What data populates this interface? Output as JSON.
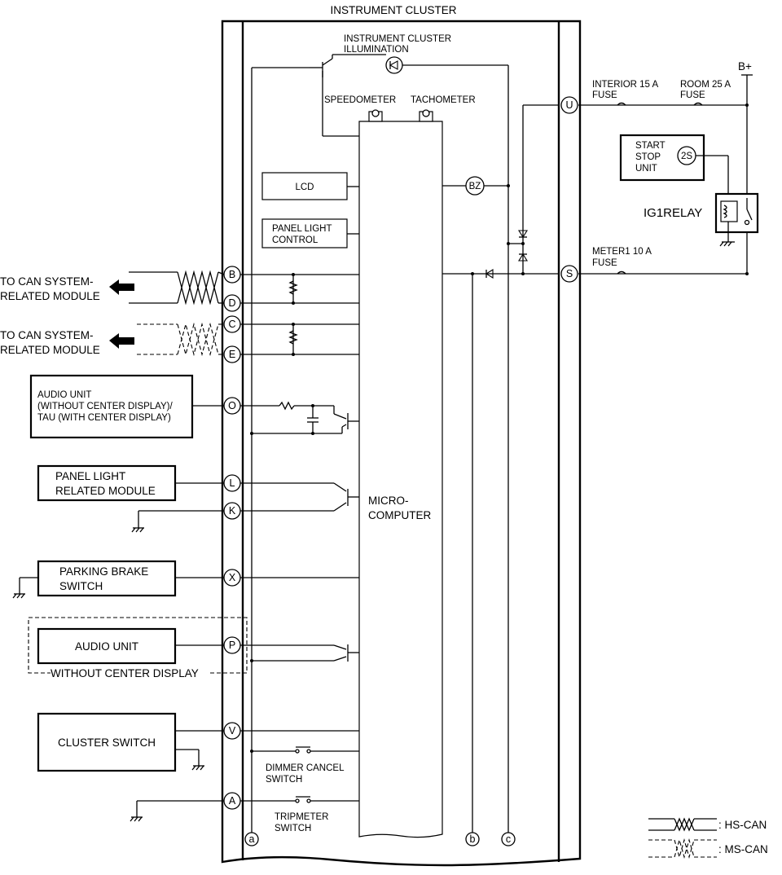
{
  "title": "INSTRUMENT CLUSTER",
  "cluster": {
    "illumination": [
      "INSTRUMENT CLUSTER",
      "ILLUMINATION"
    ],
    "speedometer": "SPEEDOMETER",
    "tachometer": "TACHOMETER",
    "lcd": "LCD",
    "panel_light_control": [
      "PANEL LIGHT",
      "CONTROL"
    ],
    "microcomputer": [
      "MICRO-",
      "COMPUTER"
    ],
    "buzzer": "BZ",
    "dimmer_cancel_switch": [
      "DIMMER CANCEL",
      "SWITCH"
    ],
    "tripmeter_switch": [
      "TRIPMETER",
      "SWITCH"
    ],
    "junctions": [
      "a",
      "b",
      "c"
    ]
  },
  "terminals": [
    "B",
    "D",
    "C",
    "E",
    "O",
    "L",
    "K",
    "X",
    "P",
    "V",
    "A",
    "U",
    "S"
  ],
  "left": {
    "can_hs": [
      "TO CAN SYSTEM-",
      "RELATED MODULE"
    ],
    "can_ms": [
      "TO CAN SYSTEM-",
      "RELATED MODULE"
    ],
    "audio_unit_tau": [
      "AUDIO UNIT",
      "(WITHOUT CENTER DISPLAY)/",
      "TAU (WITH CENTER DISPLAY)"
    ],
    "panel_light_module": [
      "PANEL LIGHT",
      "RELATED MODULE"
    ],
    "parking_brake": [
      "PARKING BRAKE",
      "SWITCH"
    ],
    "audio_unit": "AUDIO UNIT",
    "without_center_display": "WITHOUT CENTER DISPLAY",
    "cluster_switch": "CLUSTER SWITCH"
  },
  "right": {
    "b_plus": "B+",
    "interior_fuse": [
      "INTERIOR 15 A",
      "FUSE"
    ],
    "room_fuse": [
      "ROOM 25 A",
      "FUSE"
    ],
    "start_stop_unit": [
      "START",
      "STOP",
      "UNIT"
    ],
    "start_stop_pin": "2S",
    "ig1_relay": "IG1RELAY",
    "meter_fuse": [
      "METER1 10 A",
      "FUSE"
    ]
  },
  "legend": [
    {
      "label": ": HS-CAN",
      "style": "solid"
    },
    {
      "label": ": MS-CAN",
      "style": "dashed"
    }
  ]
}
